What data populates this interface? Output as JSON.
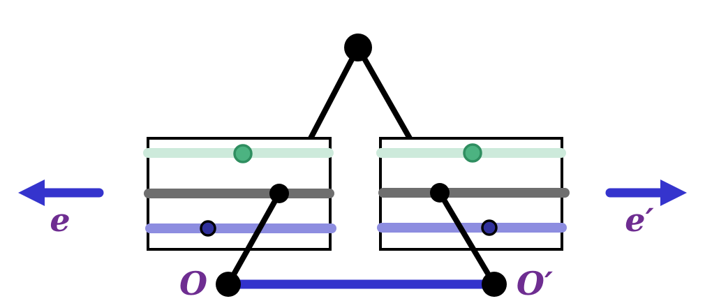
{
  "figure": {
    "labels": {
      "left_arrow": "e",
      "right_arrow": "e′",
      "left_origin": "O",
      "right_origin": "O′"
    },
    "colors": {
      "background": "#ffffff",
      "black": "#000000",
      "arrow_blue": "#3534cd",
      "baseline_blue": "#3333cc",
      "label_purple": "#6e2d91",
      "mint_bar": "#cdeadb",
      "gray_bar": "#6e6e6e",
      "periwinkle_bar": "#8d8de0",
      "green_dot_fill": "#4cb381",
      "green_dot_stroke": "#2f8e60",
      "navy_dot_fill": "#30309c"
    }
  }
}
